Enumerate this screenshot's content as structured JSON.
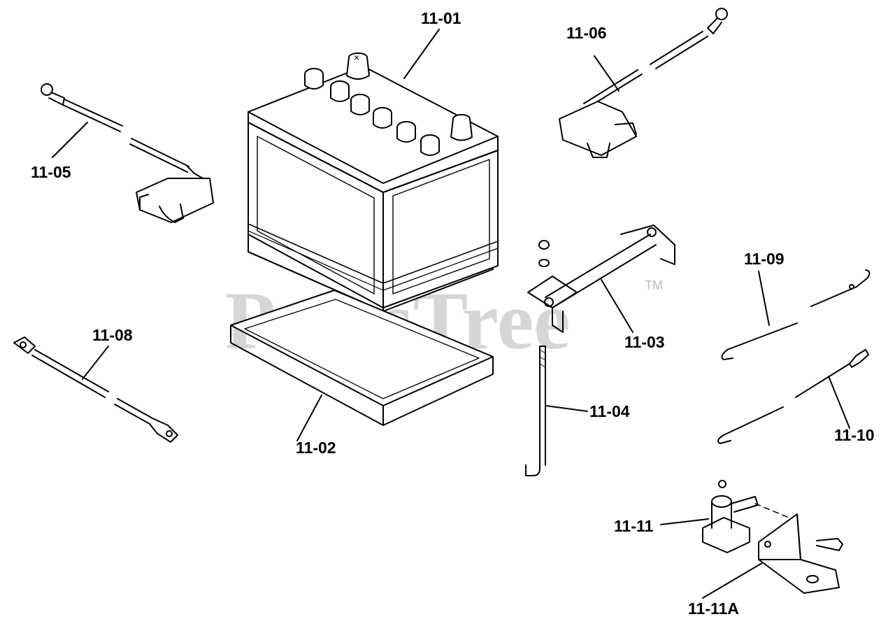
{
  "watermark": {
    "brand": "PartsTree",
    "mark": "TM"
  },
  "callouts": {
    "c1101": "11-01",
    "c1102": "11-02",
    "c1103": "11-03",
    "c1104": "11-04",
    "c1105": "11-05",
    "c1106": "11-06",
    "c1108": "11-08",
    "c1109": "11-09",
    "c1110": "11-10",
    "c1111": "11-11",
    "c1111a": "11-11A"
  },
  "colors": {
    "ink": "#000000",
    "paper": "#ffffff",
    "watermark": "#c8c8c8"
  }
}
